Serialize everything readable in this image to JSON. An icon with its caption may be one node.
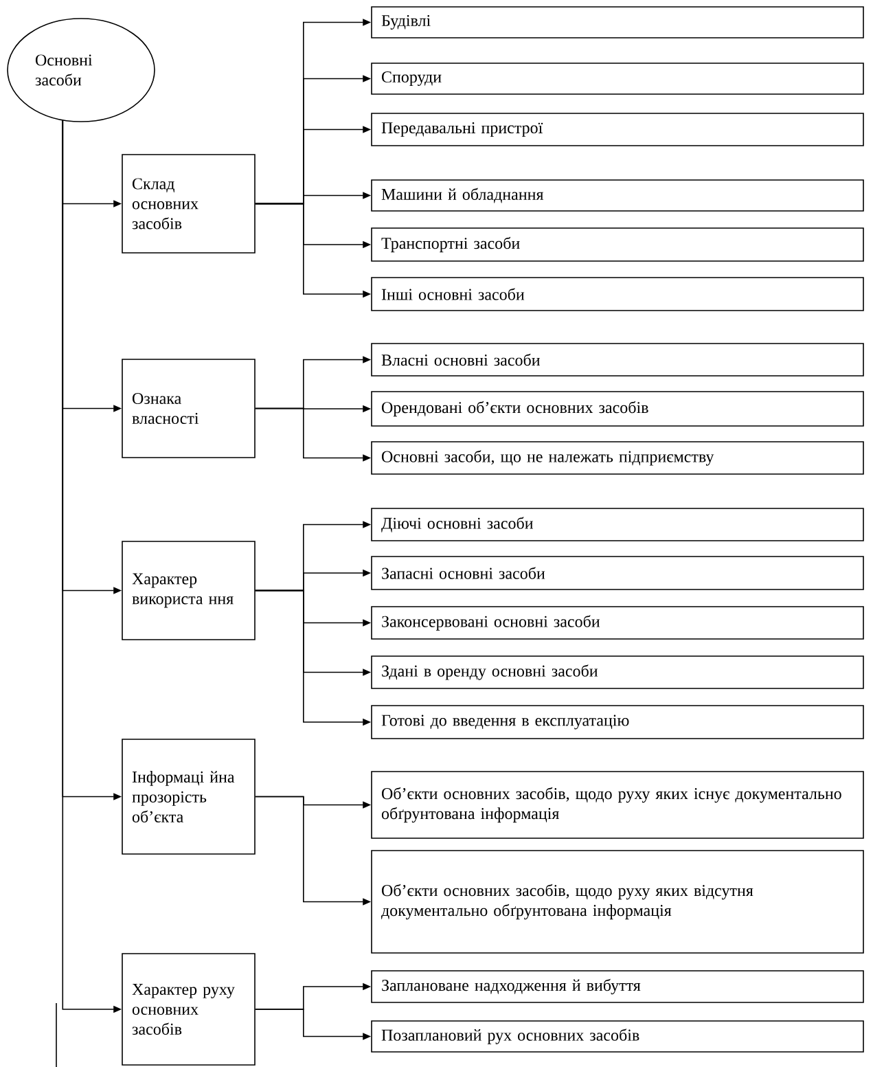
{
  "diagram": {
    "nodes": [
      {
        "text": [
          "Основні засоби"
        ]
      },
      {
        "text": [
          "Склад основних засобів"
        ]
      },
      {
        "text": [
          "Будівлі"
        ]
      },
      {
        "text": [
          "Споруди"
        ]
      },
      {
        "text": [
          "Передавальні пристрої"
        ]
      },
      {
        "text": [
          "Машини й обладнання"
        ]
      },
      {
        "text": [
          "Транспортні засоби"
        ]
      },
      {
        "text": [
          "Інші основні засоби"
        ]
      },
      {
        "text": [
          "Ознака власності"
        ]
      },
      {
        "text": [
          "Власні основні засоби"
        ]
      },
      {
        "text": [
          "Орендовані об’єкти основних засобів"
        ]
      },
      {
        "text": [
          "Основні засоби, що не належать підприємству"
        ]
      },
      {
        "text": [
          "Характер використа ння"
        ]
      },
      {
        "text": [
          "Діючі основні засоби"
        ]
      },
      {
        "text": [
          "Запасні основні засоби"
        ]
      },
      {
        "text": [
          "Законсервовані основні засоби"
        ]
      },
      {
        "text": [
          "Здані в оренду основні засоби"
        ]
      },
      {
        "text": [
          "Готові до введення в експлуатацію"
        ]
      },
      {
        "text": [
          "Інформаці йна прозорість об’єкта"
        ]
      },
      {
        "text": [
          "Об’єкти основних засобів, щодо руху яких існує документально обґрунтована інформація"
        ]
      },
      {
        "text": [
          "Об’єкти основних засобів, щодо руху яких відсутня документально обґрунтована інформація"
        ]
      },
      {
        "text": [
          "Характер руху основних засобів"
        ]
      },
      {
        "text": [
          "Заплановане надходження й вибуття"
        ]
      },
      {
        "text": [
          "Позаплановий рух основних засобів"
        ]
      }
    ],
    "edges": [
      {
        "from": 0,
        "to": 1,
        "arrow": "to"
      },
      {
        "from": 0,
        "to": 8,
        "arrow": "to"
      },
      {
        "from": 0,
        "to": 12,
        "arrow": "to"
      },
      {
        "from": 0,
        "to": 18,
        "arrow": "to"
      },
      {
        "from": 0,
        "to": 21,
        "arrow": "to"
      },
      {
        "from": 1,
        "to": 2,
        "arrow": "to"
      },
      {
        "from": 1,
        "to": 3,
        "arrow": "to"
      },
      {
        "from": 1,
        "to": 4,
        "arrow": "to"
      },
      {
        "from": 1,
        "to": 5,
        "arrow": "to"
      },
      {
        "from": 1,
        "to": 6,
        "arrow": "to"
      },
      {
        "from": 1,
        "to": 7,
        "arrow": "to"
      },
      {
        "from": 8,
        "to": 9,
        "arrow": "to"
      },
      {
        "from": 8,
        "to": 10,
        "arrow": "to"
      },
      {
        "from": 8,
        "to": 11,
        "arrow": "to"
      },
      {
        "from": 12,
        "to": 13,
        "arrow": "to"
      },
      {
        "from": 12,
        "to": 14,
        "arrow": "to"
      },
      {
        "from": 12,
        "to": 15,
        "arrow": "to"
      },
      {
        "from": 12,
        "to": 16,
        "arrow": "to"
      },
      {
        "from": 12,
        "to": 17,
        "arrow": "to"
      },
      {
        "from": 18,
        "to": 19,
        "arrow": "to"
      },
      {
        "from": 18,
        "to": 20,
        "arrow": "to"
      },
      {
        "from": 21,
        "to": 22,
        "arrow": "to"
      },
      {
        "from": 21,
        "to": 23,
        "arrow": "to"
      }
    ]
  }
}
